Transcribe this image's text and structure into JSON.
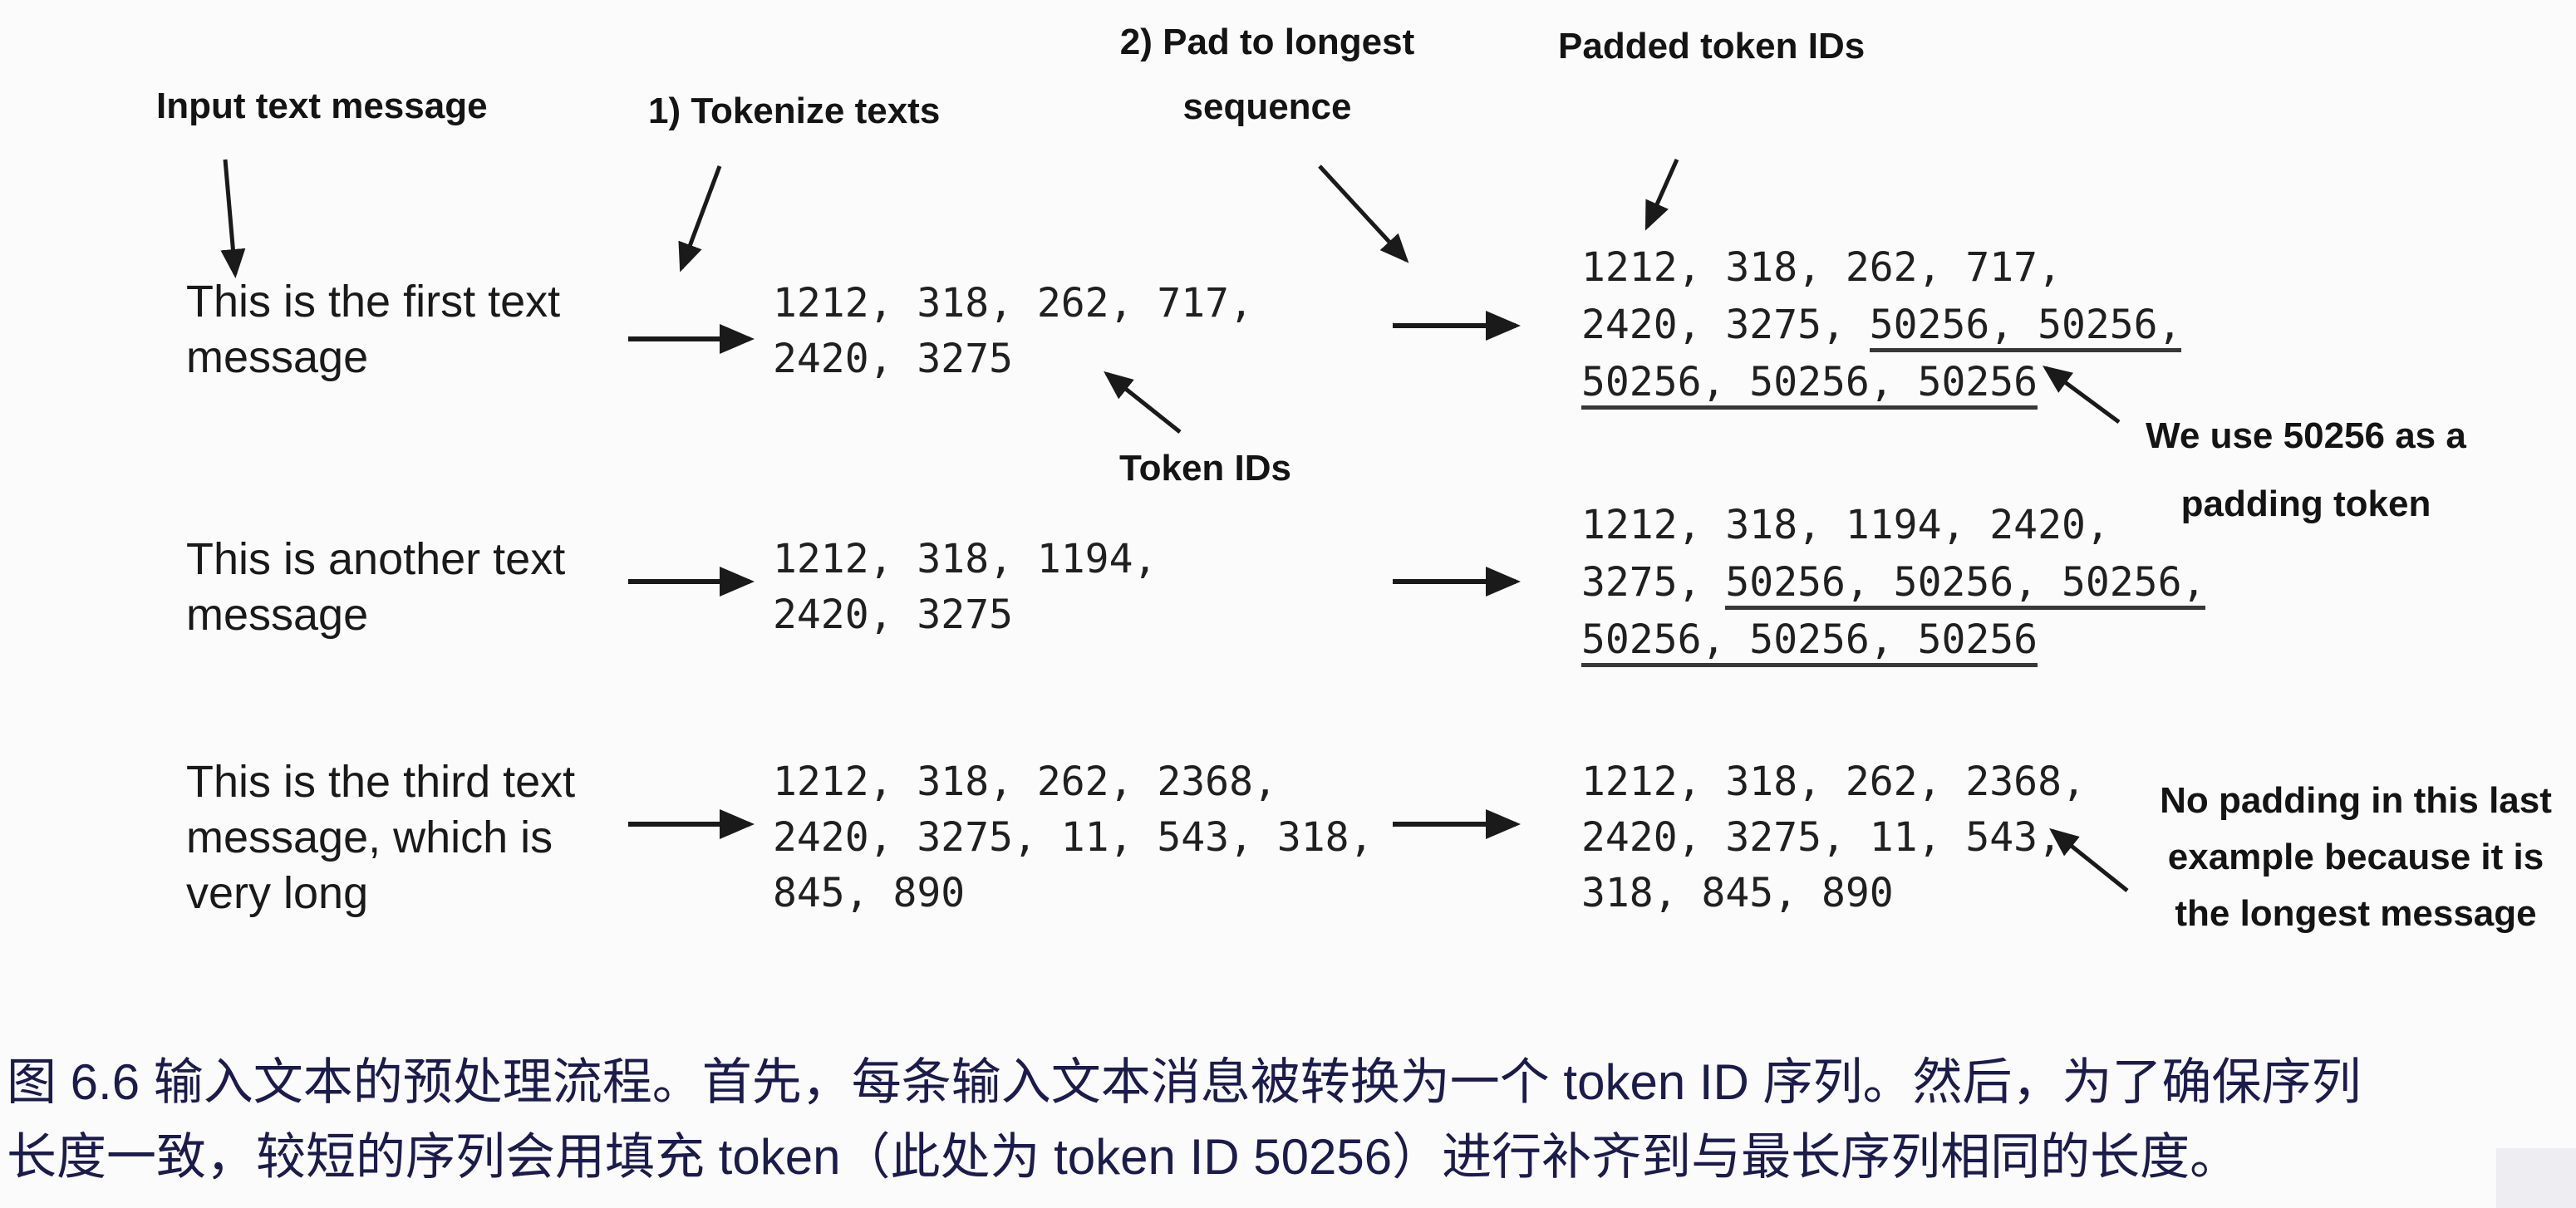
{
  "figure": {
    "labels": {
      "input": "Input text message",
      "tokenize": "1) Tokenize texts",
      "pad_line1": "2) Pad to longest",
      "pad_line2": "sequence",
      "padded_ids": "Padded token IDs",
      "token_ids": "Token IDs"
    },
    "annotations": {
      "we_use_line1": "We use 50256 as a",
      "we_use_line2": "padding token",
      "no_padding_line1": "No padding in this last",
      "no_padding_line2": "example because it is",
      "no_padding_line3": "the longest message"
    },
    "padding_token_id": "50256",
    "rows": [
      {
        "message": [
          "This is the first text",
          "message"
        ],
        "token_ids": [
          "1212, 318, 262, 717,",
          "2420, 3275"
        ],
        "padded": [
          {
            "pre": "1212, 318, 262, 717,",
            "pad": ""
          },
          {
            "pre": "2420, 3275, ",
            "pad": "50256, 50256,"
          },
          {
            "pre": "",
            "pad": "50256, 50256, 50256"
          }
        ]
      },
      {
        "message": [
          "This is another text",
          "message"
        ],
        "token_ids": [
          "1212, 318, 1194,",
          "2420, 3275"
        ],
        "padded": [
          {
            "pre": "1212, 318, 1194, 2420,",
            "pad": ""
          },
          {
            "pre": "3275, ",
            "pad": "50256, 50256, 50256,"
          },
          {
            "pre": "",
            "pad": "50256, 50256, 50256"
          }
        ]
      },
      {
        "message": [
          "This is the third text",
          "message, which is",
          "very long"
        ],
        "token_ids": [
          "1212, 318, 262, 2368,",
          "2420, 3275, 11, 543, 318,",
          "845, 890"
        ],
        "padded": [
          {
            "pre": "1212, 318, 262, 2368,",
            "pad": ""
          },
          {
            "pre": "2420, 3275, 11, 543,",
            "pad": ""
          },
          {
            "pre": "318, 845, 890",
            "pad": ""
          }
        ]
      }
    ]
  },
  "caption": {
    "line1": "图 6.6 输入文本的预处理流程。首先，每条输入文本消息被转换为一个 token ID 序列。然后，为了确保序列",
    "line2": "长度一致，较短的序列会用填充 token（此处为 token ID 50256）进行补齐到与最长序列相同的长度。"
  },
  "colors": {
    "background": "#fbfbfb",
    "diagram_text": "#1a1a1a",
    "caption_text": "#1b1b4c",
    "underline": "#383838",
    "arrow": "#1a1a1a"
  }
}
